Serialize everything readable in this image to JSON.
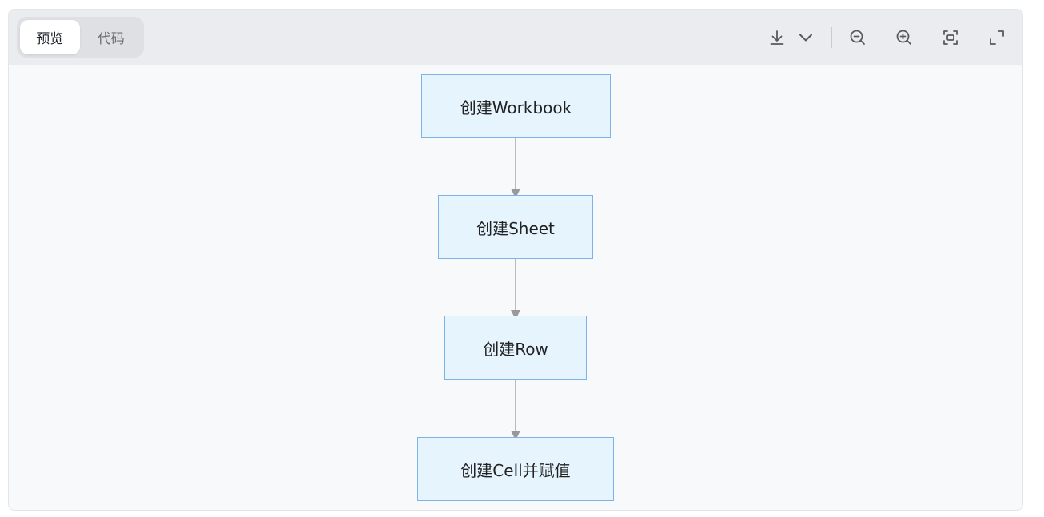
{
  "tabs": {
    "preview_label": "预览",
    "code_label": "代码"
  },
  "toolbar": {
    "icons": [
      "download-icon",
      "chevron-down-icon",
      "zoom-out-icon",
      "zoom-in-icon",
      "fit-screen-icon",
      "fullscreen-icon"
    ]
  },
  "diagram": {
    "nodes": [
      {
        "label": "创建Workbook"
      },
      {
        "label": "创建Sheet"
      },
      {
        "label": "创建Row"
      },
      {
        "label": "创建Cell并赋值"
      }
    ],
    "colors": {
      "node_fill": "#e6f4fd",
      "node_border": "#7fb2ea",
      "edge": "#999999"
    }
  }
}
